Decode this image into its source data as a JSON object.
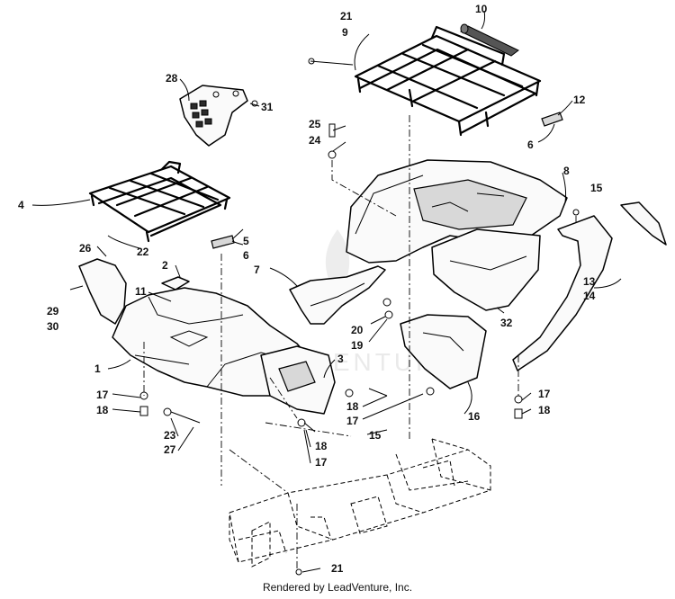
{
  "callouts": {
    "c1": "1",
    "c2": "2",
    "c3": "3",
    "c4": "4",
    "c5": "5",
    "c6a": "6",
    "c6b": "6",
    "c7": "7",
    "c8": "8",
    "c9": "9",
    "c10": "10",
    "c11": "11",
    "c12": "12",
    "c13": "13",
    "c14": "14",
    "c15a": "15",
    "c15b": "15",
    "c16": "16",
    "c17a": "17",
    "c17b": "17",
    "c17c": "17",
    "c17d": "17",
    "c18a": "18",
    "c18b": "18",
    "c18c": "18",
    "c18d": "18",
    "c19": "19",
    "c20": "20",
    "c21a": "21",
    "c21b": "21",
    "c22": "22",
    "c23": "23",
    "c24": "24",
    "c25": "25",
    "c26": "26",
    "c27": "27",
    "c28": "28",
    "c29": "29",
    "c30": "30",
    "c31": "31",
    "c32": "32"
  },
  "watermark": "LEADVENTURE",
  "footer": "Rendered by LeadVenture, Inc."
}
